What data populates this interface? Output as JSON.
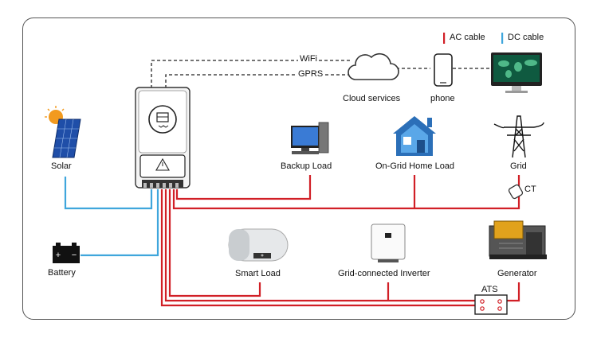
{
  "legend": {
    "ac_label": "AC cable",
    "dc_label": "DC cable",
    "ac_color": "#d11f26",
    "dc_color": "#3fa6dc"
  },
  "comm": {
    "wifi": "WiFi",
    "gprs": "GPRS"
  },
  "nodes": {
    "solar": "Solar",
    "battery": "Battery",
    "cloud": "Cloud services",
    "phone": "phone",
    "backup_load": "Backup Load",
    "ongrid_load": "On-Grid Home Load",
    "grid": "Grid",
    "ct": "CT",
    "smart_load": "Smart Load",
    "grid_inverter": "Grid-connected Inverter",
    "generator": "Generator",
    "ats": "ATS"
  },
  "battery_signs": {
    "plus": "+",
    "minus": "−"
  }
}
